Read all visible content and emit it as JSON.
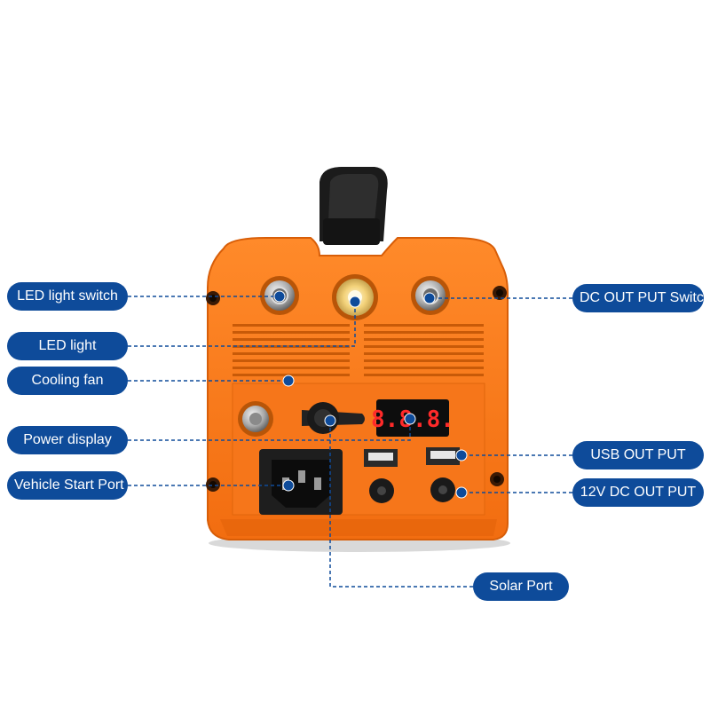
{
  "theme": {
    "callout_bg": "#0e4b9a",
    "leader_color": "#0e4b9a",
    "device_body": "#ff7a1a",
    "device_body_dark": "#e8650c",
    "handle": "#1c1c1c",
    "display_digits": "#ff2a2a"
  },
  "device": {
    "display_reading": "8.8.8."
  },
  "callouts": {
    "led_switch": {
      "label": "LED light switch",
      "icon": "dot-marker"
    },
    "led_light": {
      "label": "LED light",
      "icon": "dot-marker"
    },
    "cooling_fan": {
      "label": "Cooling fan",
      "icon": "dot-marker"
    },
    "power_display": {
      "label": "Power display",
      "icon": "dot-marker"
    },
    "vehicle_start": {
      "label": "Vehicle Start Port",
      "icon": "dot-marker"
    },
    "dc_switch": {
      "label": "DC OUT PUT Switch",
      "icon": "dot-marker"
    },
    "usb_out": {
      "label": "USB OUT PUT",
      "icon": "dot-marker"
    },
    "dc_12v": {
      "label": "12V DC OUT PUT",
      "icon": "dot-marker"
    },
    "solar": {
      "label": "Solar Port",
      "icon": "dot-marker"
    }
  }
}
